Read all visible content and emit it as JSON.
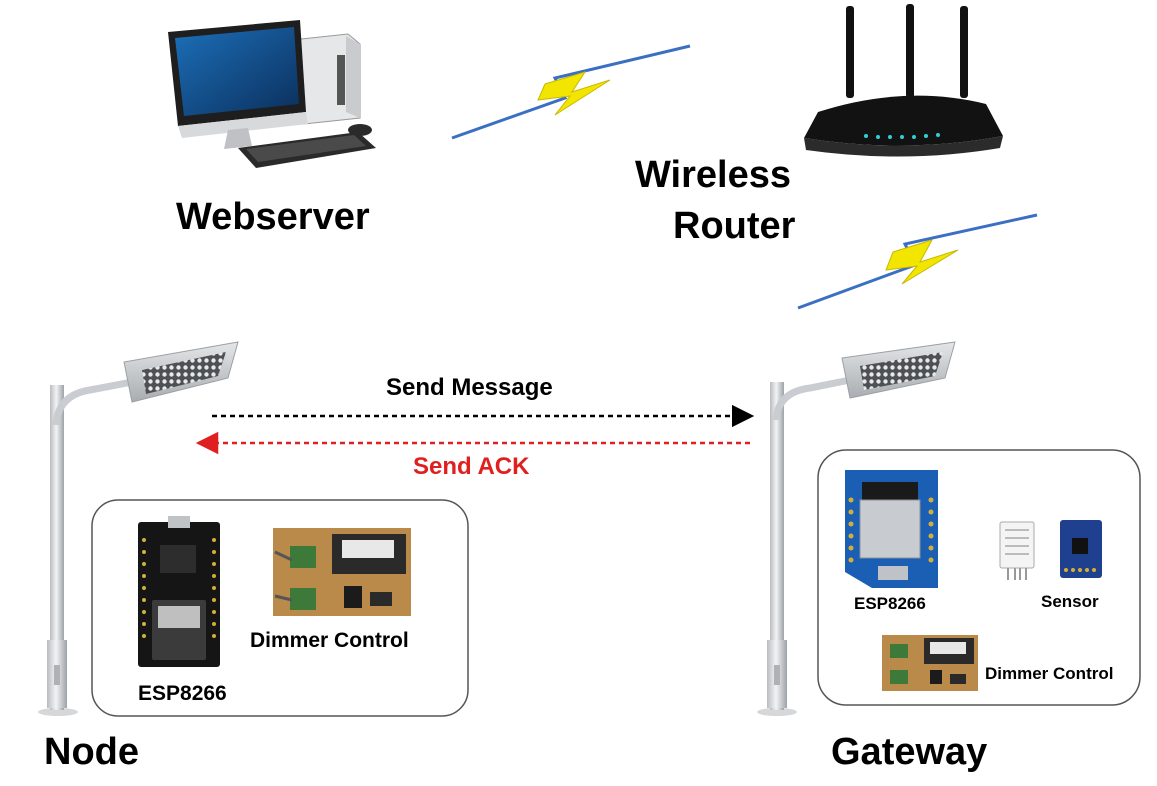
{
  "labels": {
    "webserver": "Webserver",
    "router_line1": "Wireless",
    "router_line2": "Router",
    "send_message": "Send Message",
    "send_ack": "Send ACK",
    "node": "Node",
    "gateway": "Gateway",
    "node_mcu": "ESP8266",
    "node_dimmer": "Dimmer Control",
    "gw_mcu": "ESP8266",
    "gw_sensor": "Sensor",
    "gw_dimmer": "Dimmer Control"
  },
  "colors": {
    "message_arrow": "#000000",
    "ack_arrow": "#e02020",
    "ack_text": "#e02020",
    "wireless_blue": "#3a6fc4",
    "wireless_yellow": "#f2e600",
    "panel_border": "#555555"
  },
  "icons": {
    "computer": "desktop-computer-icon",
    "router": "wireless-router-icon",
    "pole": "street-lamp-icon",
    "mcu": "esp8266-board-icon",
    "dimmer": "dimmer-board-icon",
    "sensor": "sensor-module-icon"
  }
}
